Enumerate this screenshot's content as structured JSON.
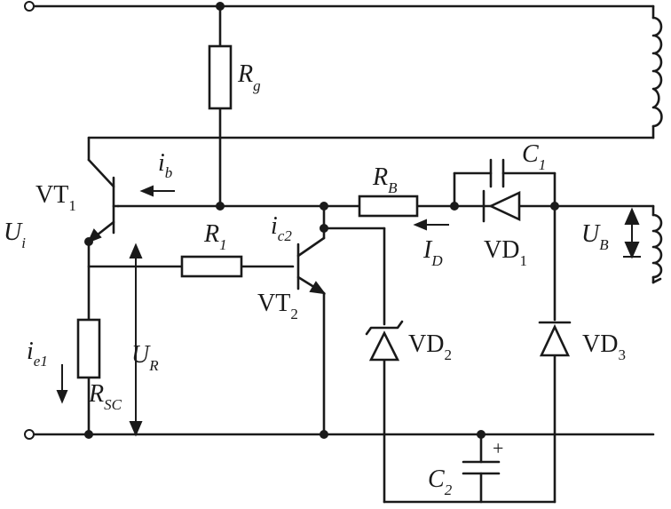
{
  "labels": {
    "rg": {
      "main": "R",
      "sub": "g"
    },
    "ib": {
      "main": "i",
      "sub": "b"
    },
    "vt1": {
      "main": "VT",
      "sub": "1"
    },
    "rb": {
      "main": "R",
      "sub": "B"
    },
    "c1": {
      "main": "C",
      "sub": "1"
    },
    "ui": {
      "main": "U",
      "sub": "i"
    },
    "r1": {
      "main": "R",
      "sub": "1"
    },
    "ic2": {
      "main": "i",
      "sub": "c2"
    },
    "id": {
      "main": "I",
      "sub": "D"
    },
    "vd1": {
      "main": "VD",
      "sub": "1"
    },
    "ub": {
      "main": "U",
      "sub": "B"
    },
    "vt2": {
      "main": "VT",
      "sub": "2"
    },
    "ie1": {
      "main": "i",
      "sub": "e1"
    },
    "ur": {
      "main": "U",
      "sub": "R"
    },
    "vd2": {
      "main": "VD",
      "sub": "2"
    },
    "vd3": {
      "main": "VD",
      "sub": "3"
    },
    "rsc": {
      "main": "R",
      "sub": "SC"
    },
    "c2": {
      "main": "C",
      "sub": "2"
    },
    "plus": "+"
  }
}
